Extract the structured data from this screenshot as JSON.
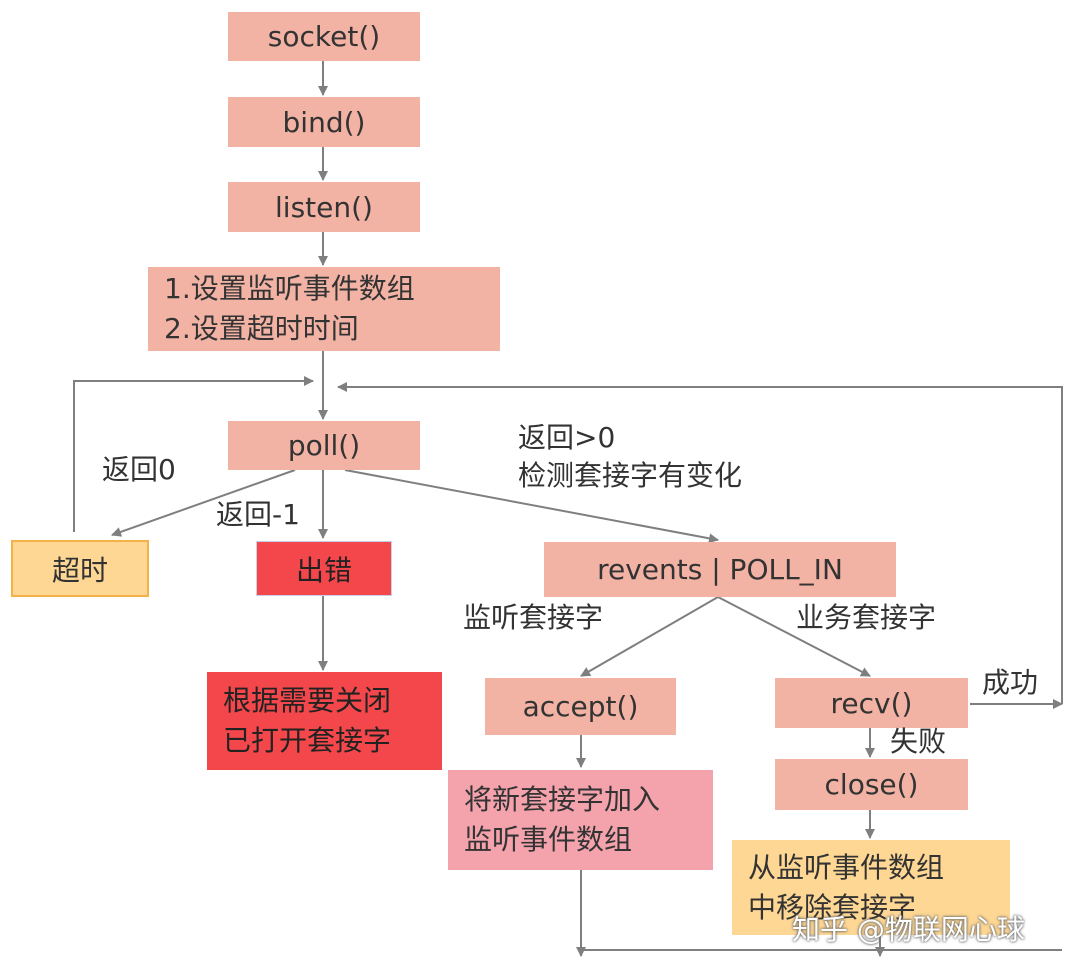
{
  "colors": {
    "step_box": "#f2b2a4",
    "error_box": "#f4474b",
    "timeout_box": "#fed794",
    "accept_result_box": "#f4a3ad",
    "remove_box": "#fed794",
    "arrow": "#7f7f7f"
  },
  "nodes": {
    "socket": "socket()",
    "bind": "bind()",
    "listen": "listen()",
    "setup_line1": "1.设置监听事件数组",
    "setup_line2": "2.设置超时时间",
    "poll": "poll()",
    "timeout": "超时",
    "error": "出错",
    "close_opened_line1": "根据需要关闭",
    "close_opened_line2": "已打开套接字",
    "revents": "revents | POLL_IN",
    "accept": "accept()",
    "add_new_line1": "将新套接字加入",
    "add_new_line2": "监听事件数组",
    "recv": "recv()",
    "close": "close()",
    "remove_line1": "从监听事件数组",
    "remove_line2": "中移除套接字"
  },
  "edge_labels": {
    "return_zero": "返回0",
    "return_minus_one": "返回-1",
    "return_positive_line1": "返回>0",
    "return_positive_line2": "检测套接字有变化",
    "listen_socket": "监听套接字",
    "business_socket": "业务套接字",
    "success": "成功",
    "failure": "失败"
  },
  "watermark": "知乎 @物联网心球"
}
